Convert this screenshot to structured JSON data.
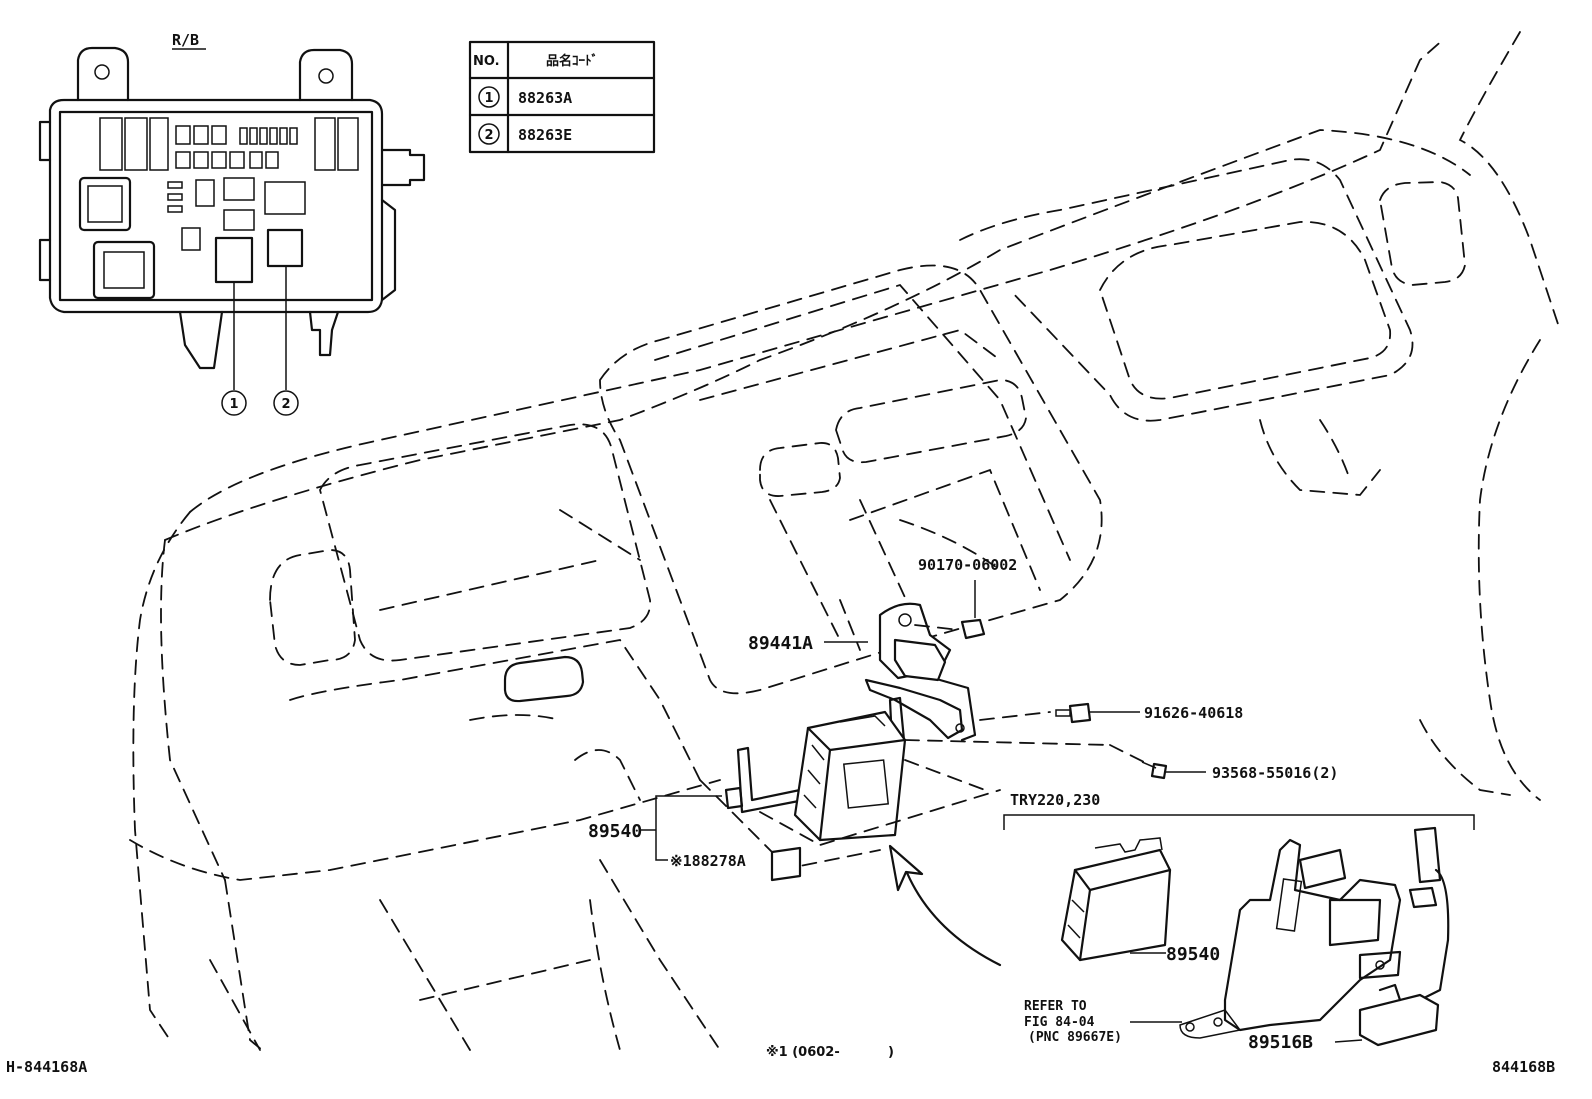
{
  "header": {
    "relay_block_label": "R/B"
  },
  "table": {
    "col_no": "NO.",
    "col_code": "品名ｺｰﾄﾞ",
    "rows": [
      {
        "no": "1",
        "code": "88263A"
      },
      {
        "no": "2",
        "code": "88263E"
      }
    ]
  },
  "callouts": {
    "c1": "1",
    "c2": "2"
  },
  "parts": {
    "p90170": "90170-06002",
    "p89441": "89441A",
    "p91626": "91626-40618",
    "p93568": "93568-55016(2)",
    "p89540_main": "89540",
    "p88278": "※188278A",
    "p89540_inset": "89540",
    "p89516": "89516B"
  },
  "inset": {
    "model_label": "TRY220,230",
    "refer_line1": "REFER TO",
    "refer_line2": "FIG 84-04",
    "refer_line3": "(PNC 89667E)"
  },
  "footer": {
    "left_code": "H-844168A",
    "note": "※1 (0602-",
    "note_close": ")",
    "right_code": "844168B"
  }
}
